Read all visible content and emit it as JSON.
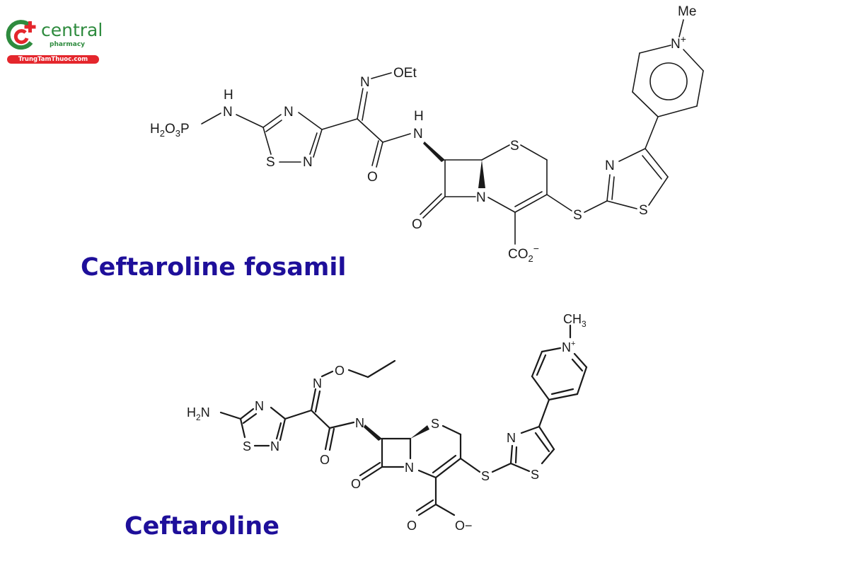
{
  "logo": {
    "brand": "central",
    "subtitle": "pharmacy",
    "website": "TrungTamThuoc.com",
    "colors": {
      "green": "#2e8b3e",
      "red": "#e4262c"
    }
  },
  "structures": [
    {
      "name": "Ceftaroline fosamil",
      "labels": {
        "phosphono": "H2O3P",
        "nh_h": "H",
        "nh_n": "N",
        "thiadiazole_n1": "N",
        "thiadiazole_s": "S",
        "thiadiazole_n2": "N",
        "oxime_n": "N",
        "oxime_o": "OEt",
        "amide_o": "O",
        "amide_h": "H",
        "amide_n": "N",
        "ring_s": "S",
        "lactam_n": "N",
        "lactam_o": "O",
        "carboxylate": "CO2−",
        "thioether_s": "S",
        "thiazole_n": "N",
        "thiazole_s": "S",
        "pyridinium_n": "N+",
        "methyl": "Me"
      }
    },
    {
      "name": "Ceftaroline",
      "labels": {
        "amino": "H2N",
        "thiadiazole_n1": "N",
        "thiadiazole_s": "S",
        "thiadiazole_n2": "N",
        "oxime_n": "N",
        "oxime_o": "O",
        "amide_o": "O",
        "amide_n": "N",
        "ring_s": "S",
        "lactam_n": "N",
        "lactam_o": "O",
        "carboxyl_o1": "O",
        "carboxyl_o2": "O−",
        "thioether_s": "S",
        "thiazole_n": "N",
        "thiazole_s": "S",
        "pyridinium_n": "N+",
        "methyl": "CH3"
      }
    }
  ],
  "captions": {
    "top": "Ceftaroline fosamil",
    "bottom": "Ceftaroline"
  },
  "caption_color": "#1e0f9a"
}
